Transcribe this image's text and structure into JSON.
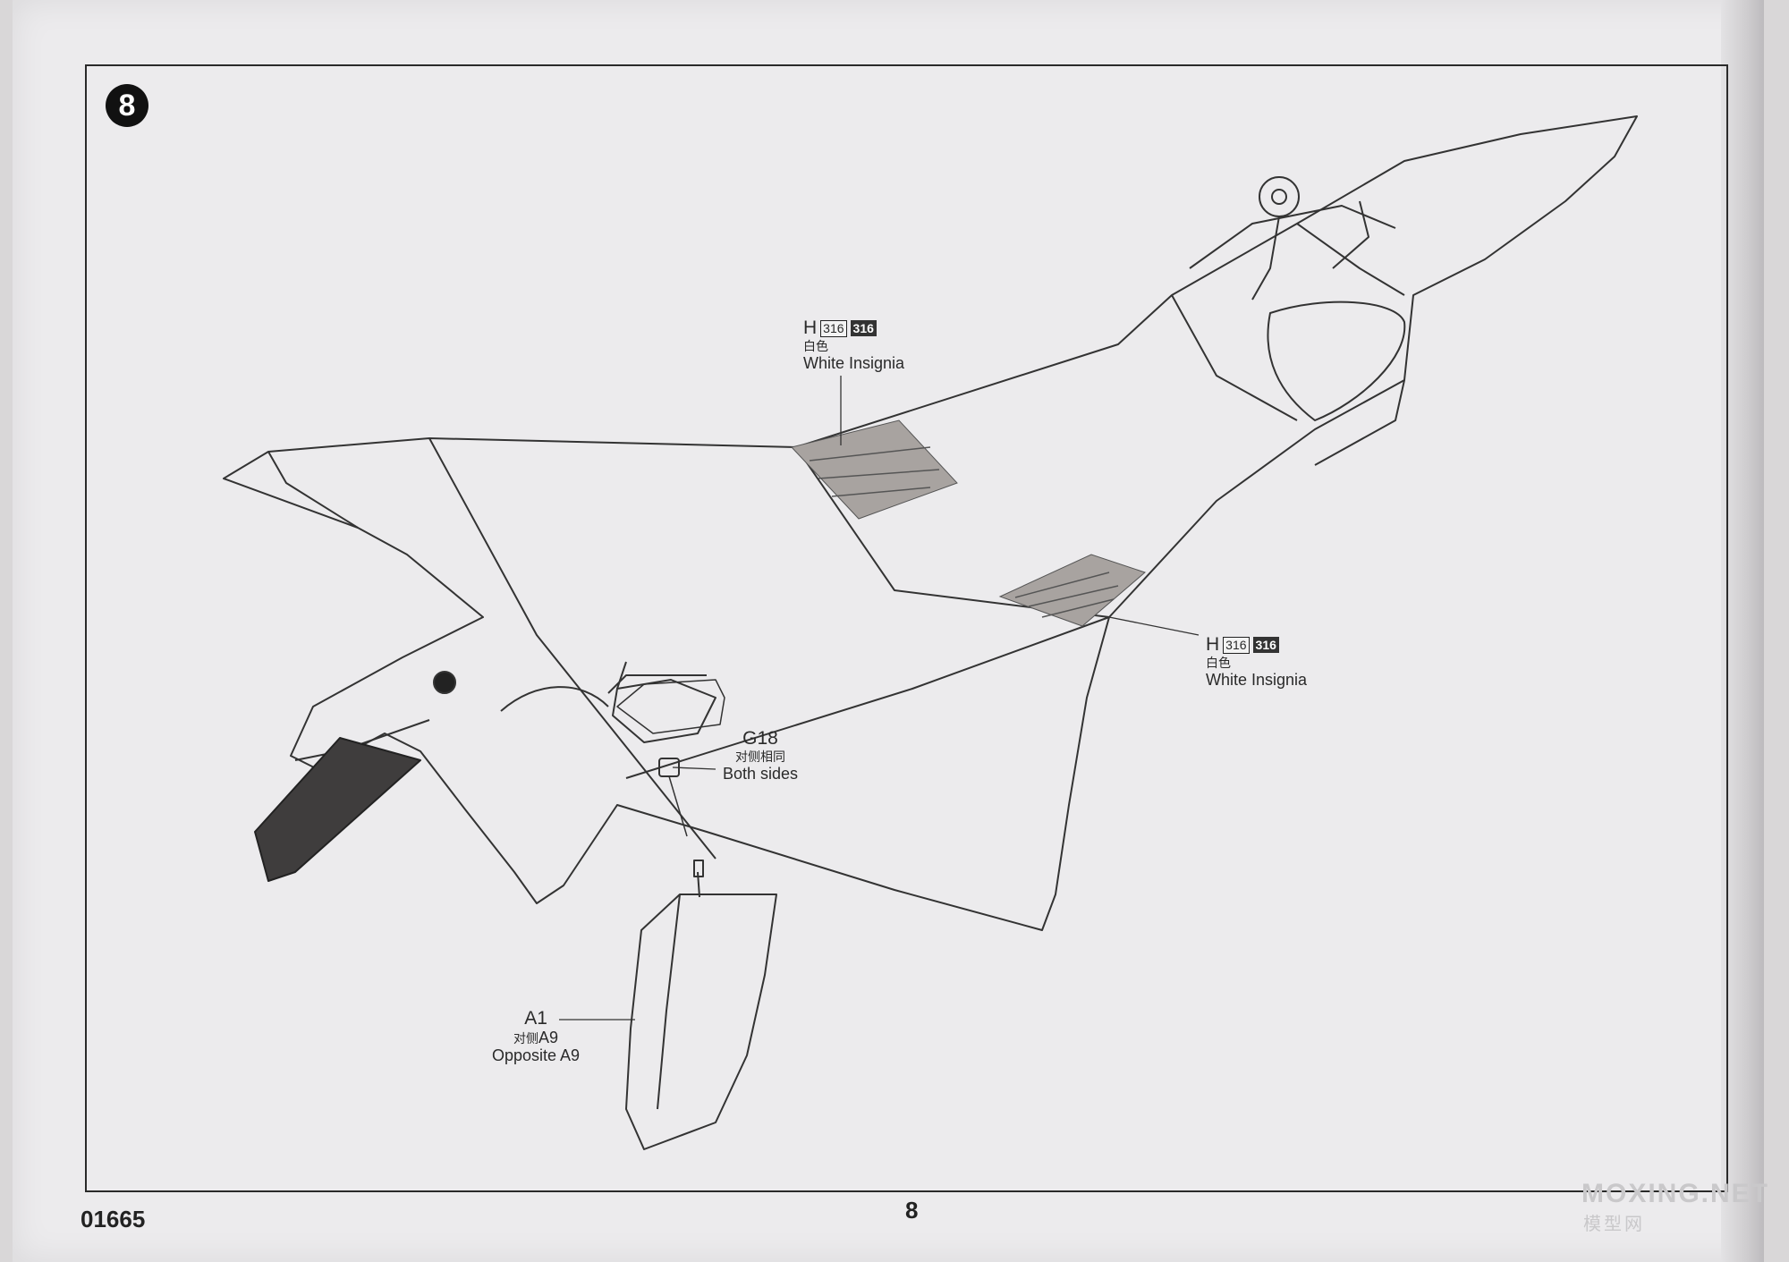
{
  "step_number": "8",
  "callouts": {
    "insignia_top": {
      "letter": "H",
      "code_outline": "316",
      "code_filled": "316",
      "cn": "白色",
      "en": "White Insignia"
    },
    "insignia_right": {
      "letter": "H",
      "code_outline": "316",
      "code_filled": "316",
      "cn": "白色",
      "en": "White Insignia"
    }
  },
  "parts": {
    "g18": {
      "id": "G18",
      "cn": "对侧相同",
      "en": "Both sides"
    },
    "a1": {
      "id": "A1",
      "cn_prefix": "对侧",
      "cn_part": "A9",
      "en": "Opposite A9"
    }
  },
  "footer": {
    "kit_code": "01665",
    "page_number": "8"
  },
  "watermark": {
    "text": "MOXING.NET",
    "sub": "模型网"
  }
}
